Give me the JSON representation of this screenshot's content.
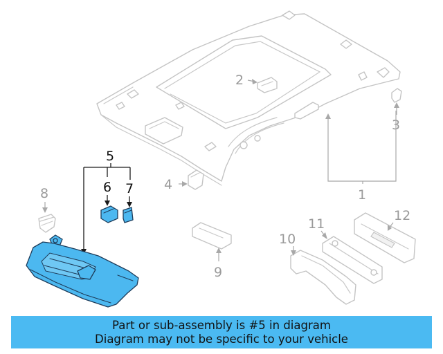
{
  "callouts": {
    "c1": "1",
    "c2": "2",
    "c3": "3",
    "c4": "4",
    "c5": "5",
    "c6": "6",
    "c7": "7",
    "c8": "8",
    "c9": "9",
    "c10": "10",
    "c11": "11",
    "c12": "12"
  },
  "highlight_color": "#4bbaf2",
  "banner": {
    "line1": "Part or sub-assembly is #5 in diagram",
    "line2": "Diagram may not be specific to your vehicle"
  }
}
